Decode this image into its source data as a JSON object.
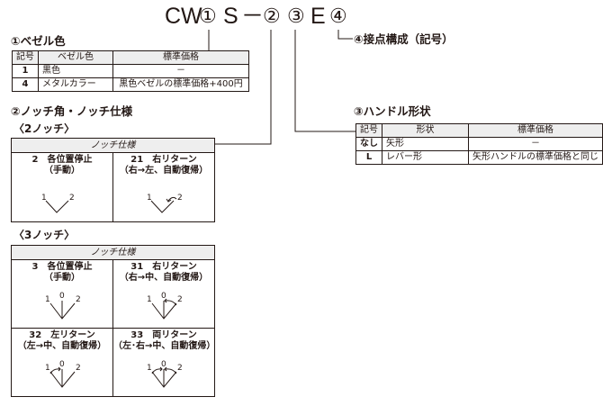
{
  "model_code": {
    "prefix": "CW",
    "slot1": "①",
    "s": "S",
    "dash": "－",
    "slot2": "②",
    "slot3": "③",
    "e": "E",
    "slot4": "④"
  },
  "contact_label": "④接点構成（記号）",
  "bezel": {
    "heading": "①ベゼル色",
    "headers": [
      "記号",
      "ベゼル色",
      "標準価格"
    ],
    "rows": [
      [
        "1",
        "黒色",
        "－"
      ],
      [
        "4",
        "メタルカラー",
        "黒色ベゼルの標準価格+400円"
      ]
    ]
  },
  "handle": {
    "heading": "③ハンドル形状",
    "headers": [
      "記号",
      "形状",
      "標準価格"
    ],
    "rows": [
      [
        "なし",
        "矢形",
        "－"
      ],
      [
        "L",
        "レバー形",
        "矢形ハンドルの標準価格と同じ"
      ]
    ]
  },
  "notch": {
    "heading": "②ノッチ角・ノッチ仕様",
    "spec_header": "ノッチ仕様",
    "two": {
      "label": "〈2ノッチ〉",
      "cells": [
        {
          "title": "2　各位置停止",
          "sub": "（手動）",
          "p1": "1",
          "p2": "2"
        },
        {
          "title": "21　右リターン",
          "sub": "（右→左、自動復帰）",
          "p1": "1",
          "p2": "2"
        }
      ]
    },
    "three": {
      "label": "〈3ノッチ〉",
      "cells": [
        {
          "title": "3　各位置停止",
          "sub": "（手動）",
          "p0": "0",
          "p1": "1",
          "p2": "2"
        },
        {
          "title": "31　右リターン",
          "sub": "（右→中、自動復帰）",
          "p0": "0",
          "p1": "1",
          "p2": "2"
        },
        {
          "title": "32　左リターン",
          "sub": "（左→中、自動復帰）",
          "p0": "0",
          "p1": "1",
          "p2": "2"
        },
        {
          "title": "33　両リターン",
          "sub": "（左･右→中、自動復帰）",
          "p0": "0",
          "p1": "1",
          "p2": "2"
        }
      ]
    }
  }
}
